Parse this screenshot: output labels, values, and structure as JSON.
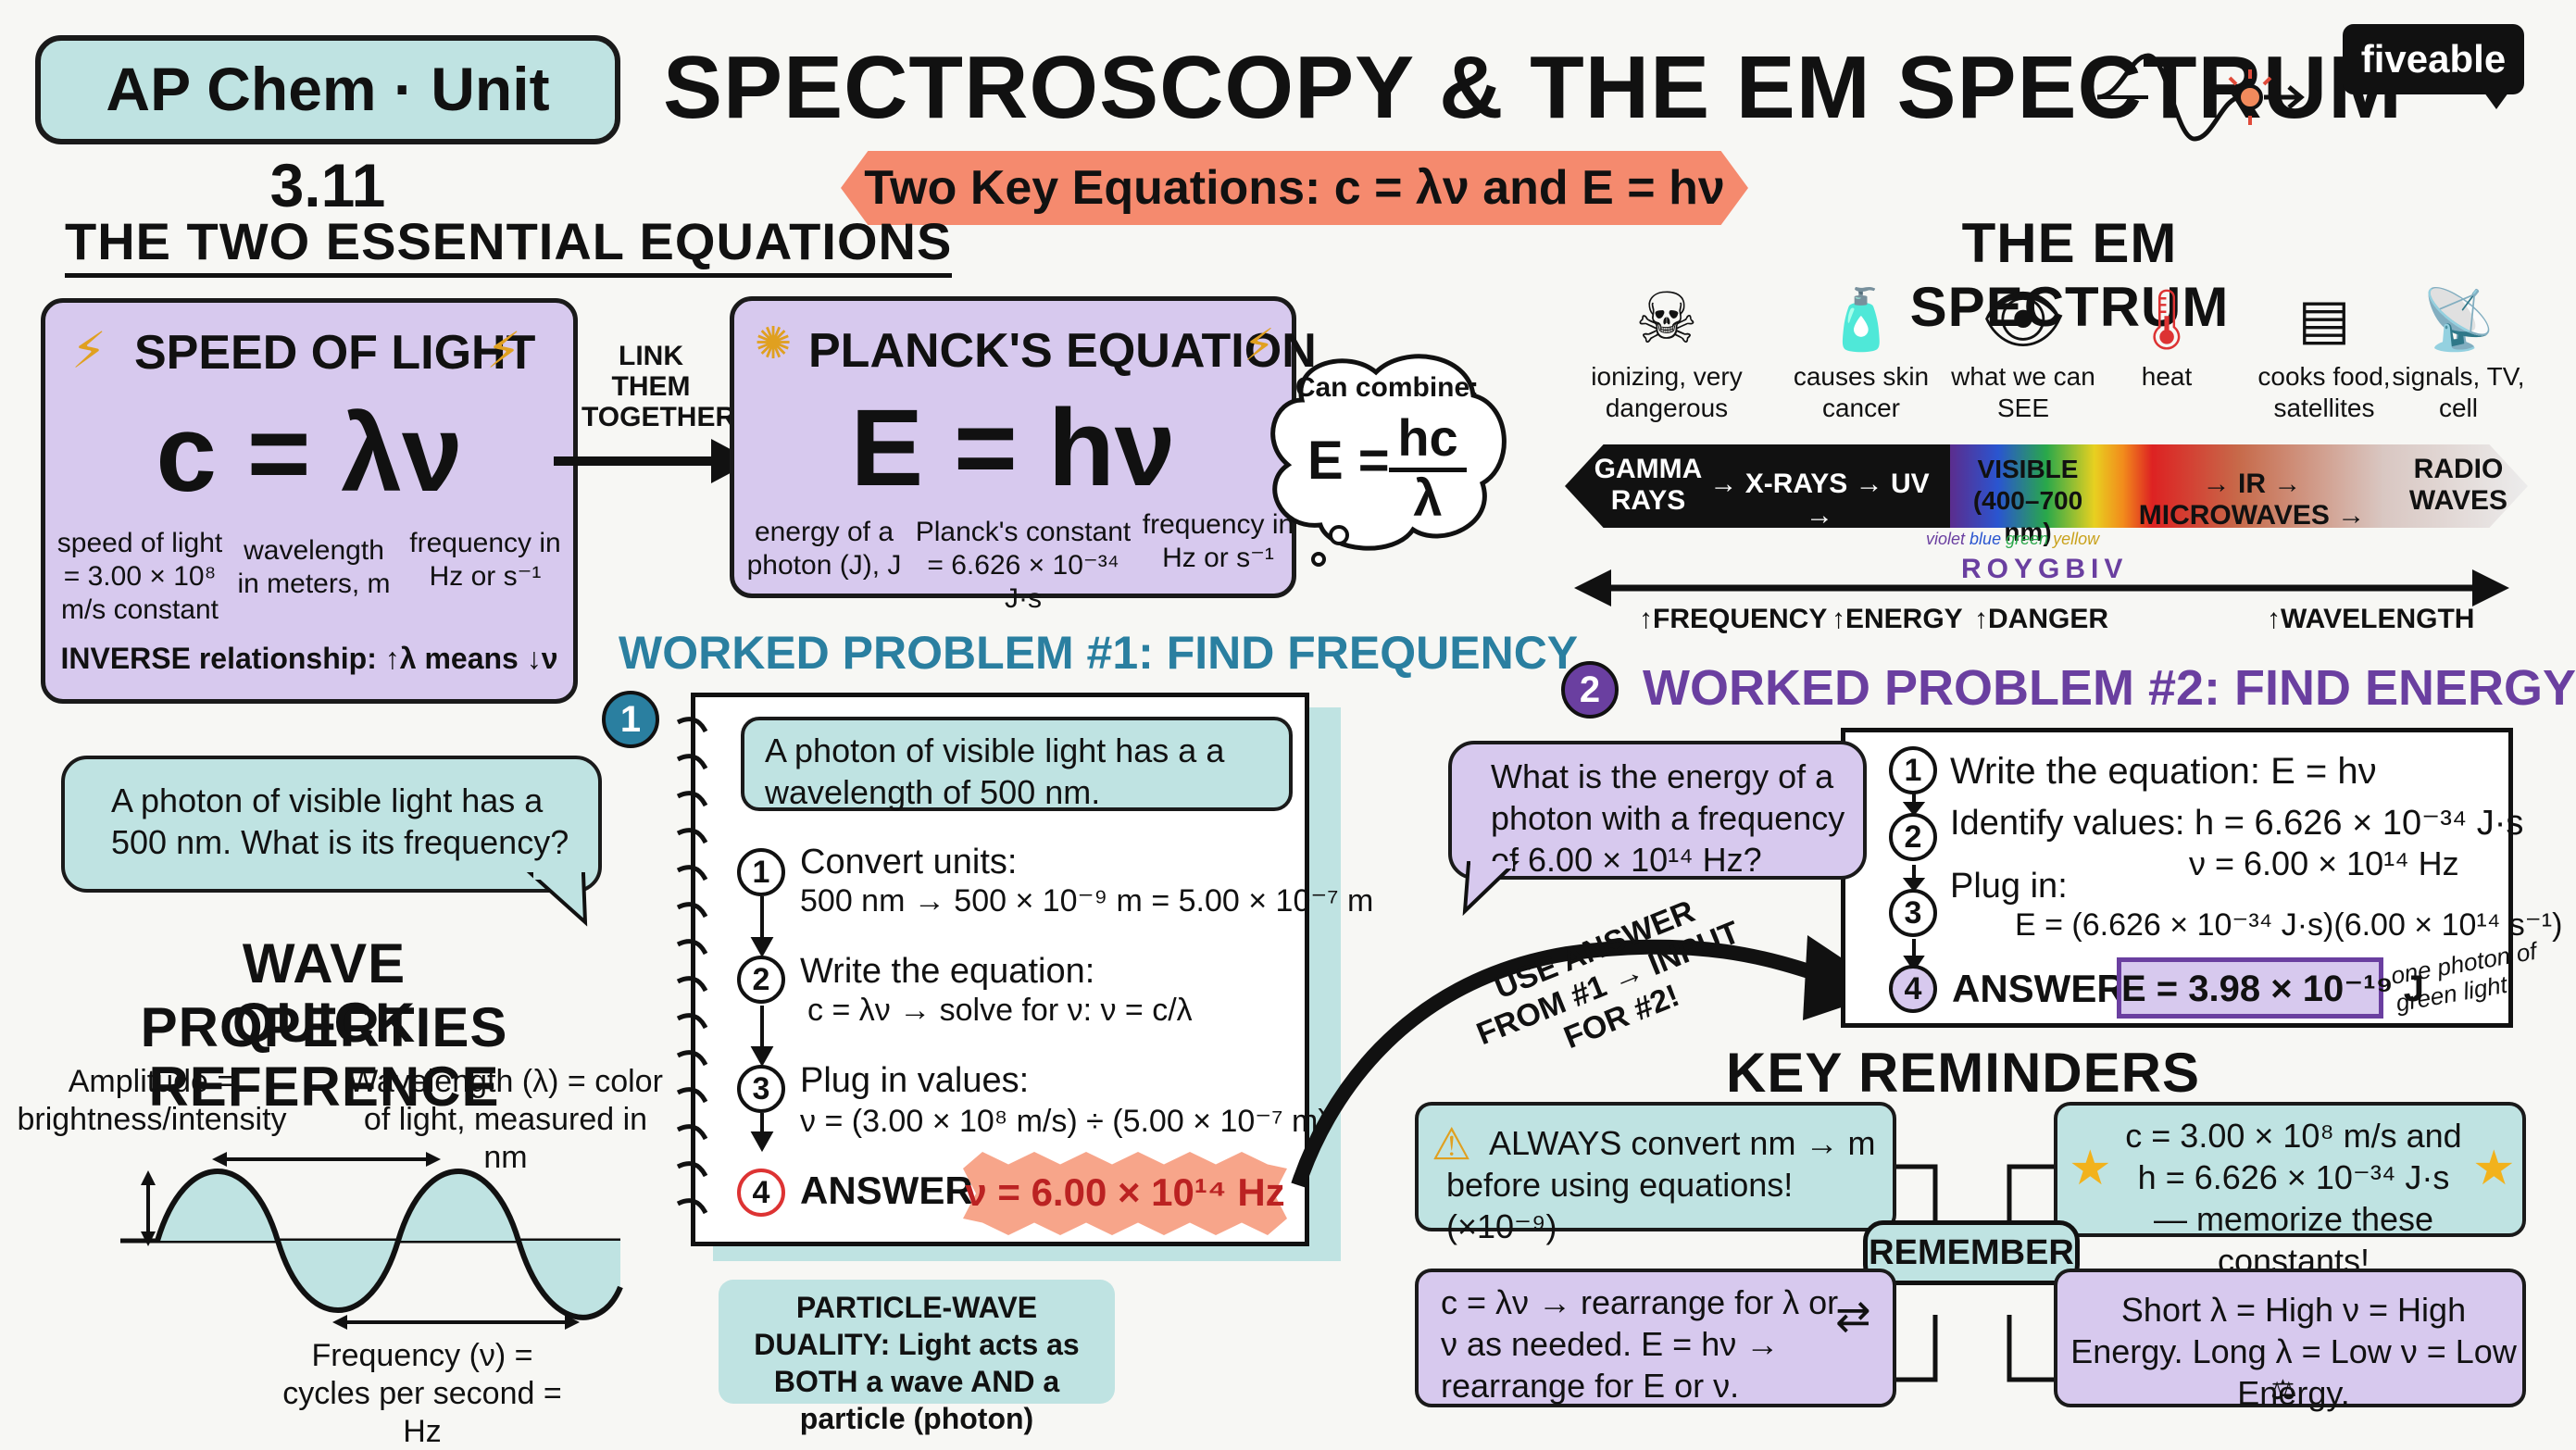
{
  "header": {
    "unit_badge": "AP Chem · Unit 3.11",
    "title": "SPECTROSCOPY & THE EM SPECTRUM",
    "subtitle": "Two Key Equations: c = λν and E = hν",
    "brand": "fiveable"
  },
  "essential": {
    "heading": "THE TWO ESSENTIAL EQUATIONS",
    "speed": {
      "title": "SPEED OF LIGHT",
      "equation": "c = λν",
      "label_c": "speed of light = 3.00 × 10⁸ m/s constant",
      "label_lambda": "wavelength in meters, m",
      "label_nu": "frequency in Hz or s⁻¹",
      "note": "INVERSE relationship: ↑λ means ↓ν"
    },
    "link": "LINK THEM TOGETHER",
    "planck": {
      "title": "PLANCK'S EQUATION",
      "equation": "E = hν",
      "label_e": "energy of a photon (J), J",
      "label_h": "Planck's constant = 6.626 × 10⁻³⁴ J·s",
      "label_nu": "frequency in Hz or s⁻¹"
    },
    "cloud": {
      "label": "Can combine:",
      "lhs": "E =",
      "num": "hc",
      "den": "λ"
    }
  },
  "spectrum": {
    "heading": "THE EM SPECTRUM",
    "icons": [
      {
        "icon": "skull-icon",
        "label": "ionizing, very dangerous"
      },
      {
        "icon": "sunscreen-icon",
        "label": "causes skin cancer"
      },
      {
        "icon": "eye-icon",
        "label": "what we can SEE"
      },
      {
        "icon": "thermometer-icon",
        "label": "heat"
      },
      {
        "icon": "microwave-icon",
        "label": "cooks food, satellites"
      },
      {
        "icon": "antenna-icon",
        "label": "signals, TV, cell"
      }
    ],
    "bar": {
      "gamma": "GAMMA RAYS",
      "xray_uv": "→ X-RAYS → UV →",
      "visible": "VISIBLE (400–700 nm)",
      "ir_micro": "→ IR → MICROWAVES →",
      "radio": "RADIO WAVES"
    },
    "roygbiv": "ROYGBIV",
    "roygbiv_small": [
      "violet",
      "blue",
      "green",
      "yellow"
    ],
    "arrow_labels": {
      "frequency": "↑FREQUENCY",
      "energy": "↑ENERGY",
      "danger": "↑DANGER",
      "wavelength": "↑WAVELENGTH"
    }
  },
  "problem1": {
    "heading": "WORKED PROBLEM #1: FIND FREQUENCY",
    "number": "1",
    "bubble": "A photon of visible light has a 500 nm. What is its frequency?",
    "given": "A photon of visible light has a a wavelength of 500 nm.",
    "steps": [
      {
        "n": "1",
        "title": "Convert units:",
        "detail": "500 nm → 500 × 10⁻⁹ m = 5.00 × 10⁻⁷ m"
      },
      {
        "n": "2",
        "title": "Write the equation:",
        "detail": "c = λν → solve for ν: ν = c/λ"
      },
      {
        "n": "3",
        "title": "Plug in values:",
        "detail": "ν = (3.00 × 10⁸ m/s) ÷ (5.00 × 10⁻⁷ m)"
      },
      {
        "n": "4",
        "title": "ANSWER:",
        "detail": "ν = 6.00 × 10¹⁴ Hz"
      }
    ],
    "duality": "PARTICLE-WAVE DUALITY: Light acts as BOTH a wave AND a particle (photon)"
  },
  "waves": {
    "heading_line1": "WAVE PROPERTIES",
    "heading_line2": "QUICK REFERENCE",
    "amplitude": "Amplitude = brightness/intensity",
    "wavelength": "Wavelength (λ) = color of light, measured in nm",
    "frequency": "Frequency (ν) = cycles per second = Hz"
  },
  "arrow_note": "USE ANSWER FROM #1 → INPUT FOR #2!",
  "problem2": {
    "number": "2",
    "heading": "WORKED PROBLEM #2: FIND ENERGY",
    "bubble": "What is the energy of a photon with a frequency of 6.00 × 10¹⁴ Hz?",
    "steps": [
      {
        "n": "1",
        "text": "Write the equation: E = hν"
      },
      {
        "n": "2",
        "text": "Identify values: h = 6.626 × 10⁻³⁴ J·s",
        "text2": "ν = 6.00 × 10¹⁴ Hz"
      },
      {
        "n": "3",
        "text": "Plug in:",
        "text2": "E = (6.626 × 10⁻³⁴ J·s)(6.00 × 10¹⁴ s⁻¹)"
      },
      {
        "n": "4",
        "text": "ANSWER:",
        "answer": "E = 3.98 × 10⁻¹⁹ J"
      }
    ],
    "side_note": "one photon of green light!"
  },
  "reminders": {
    "heading": "KEY REMINDERS",
    "center": "REMEMBER",
    "r1": "ALWAYS convert nm → m before using equations! (×10⁻⁹)",
    "r2": "c = 3.00 × 10⁸ m/s and h = 6.626 × 10⁻³⁴ J·s — memorize these constants!",
    "r3": "c = λν → rearrange for λ or ν as needed. E = hν → rearrange for E or ν.",
    "r4": "Short λ = High ν = High Energy. Long λ = Low ν = Low Energy."
  },
  "colors": {
    "purple_box": "#d7c9ee",
    "teal_box": "#bfe3e2",
    "title_banner": "#f58a6e",
    "heading_blue": "#2a7fa0",
    "heading_purple": "#6a3fa0"
  }
}
